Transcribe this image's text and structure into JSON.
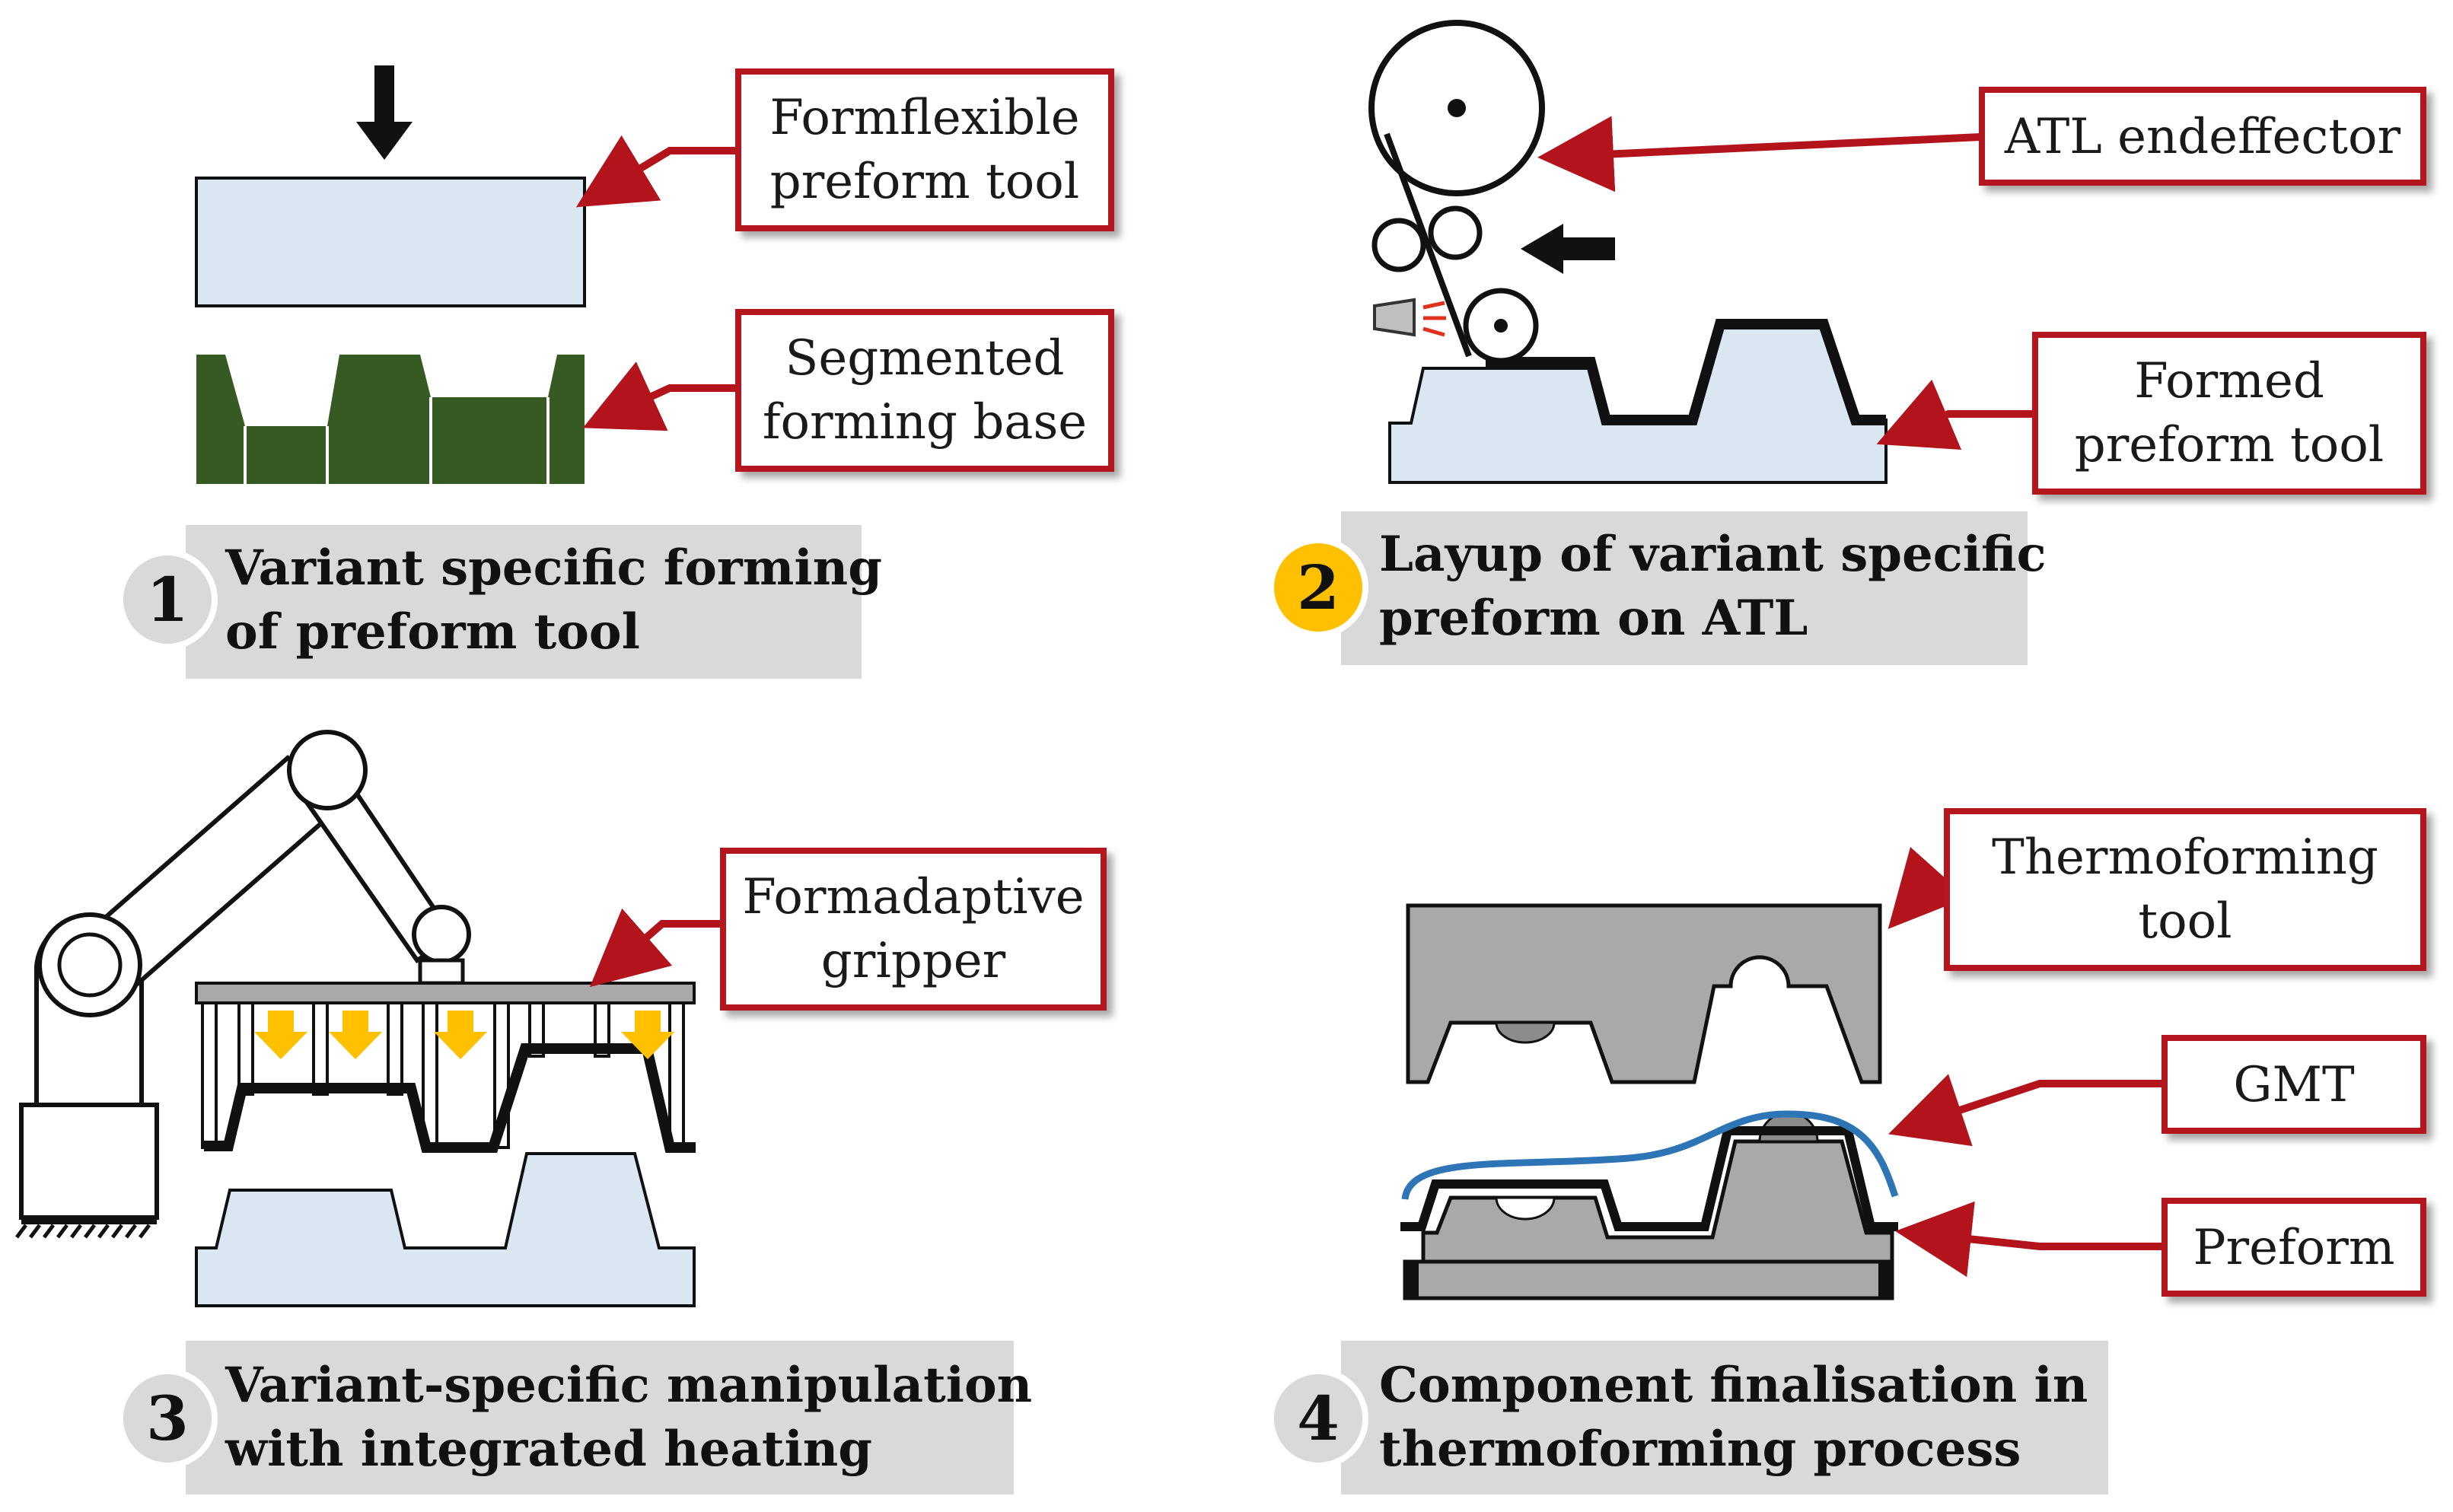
{
  "colors": {
    "callout_border": "#b3141c",
    "arrow": "#b3141c",
    "light_blue": "#dbe6f3",
    "dark_green": "#375a23",
    "gray_tool": "#a9a9a9",
    "label_bg": "#d9d9d9",
    "badge_gray": "#d9d9d9",
    "badge_active": "#ffc000",
    "motion_arrow_yellow": "#ffc000",
    "gmt_blue": "#2e75b6"
  },
  "steps": [
    {
      "number": "1",
      "line1": "Variant specific forming",
      "line2": "of preform tool",
      "active": false
    },
    {
      "number": "2",
      "line1": "Layup of variant specific",
      "line2": "preform on ATL",
      "active": true
    },
    {
      "number": "3",
      "line1": "Variant-specific manipulation",
      "line2": "with integrated heating",
      "active": false
    },
    {
      "number": "4",
      "line1": "Component finalisation in",
      "line2": "thermoforming process",
      "active": false
    }
  ],
  "callouts": {
    "formflexible": {
      "line1": "Formflexible",
      "line2": "preform tool"
    },
    "segmented": {
      "line1": "Segmented",
      "line2": "forming base"
    },
    "atl": {
      "line1": "ATL endeffector"
    },
    "formed": {
      "line1": "Formed",
      "line2": "preform tool"
    },
    "gripper": {
      "line1": "Formadaptive",
      "line2": "gripper"
    },
    "thermo": {
      "line1": "Thermoforming",
      "line2": "tool"
    },
    "gmt": {
      "line1": "GMT"
    },
    "preform": {
      "line1": "Preform"
    }
  }
}
